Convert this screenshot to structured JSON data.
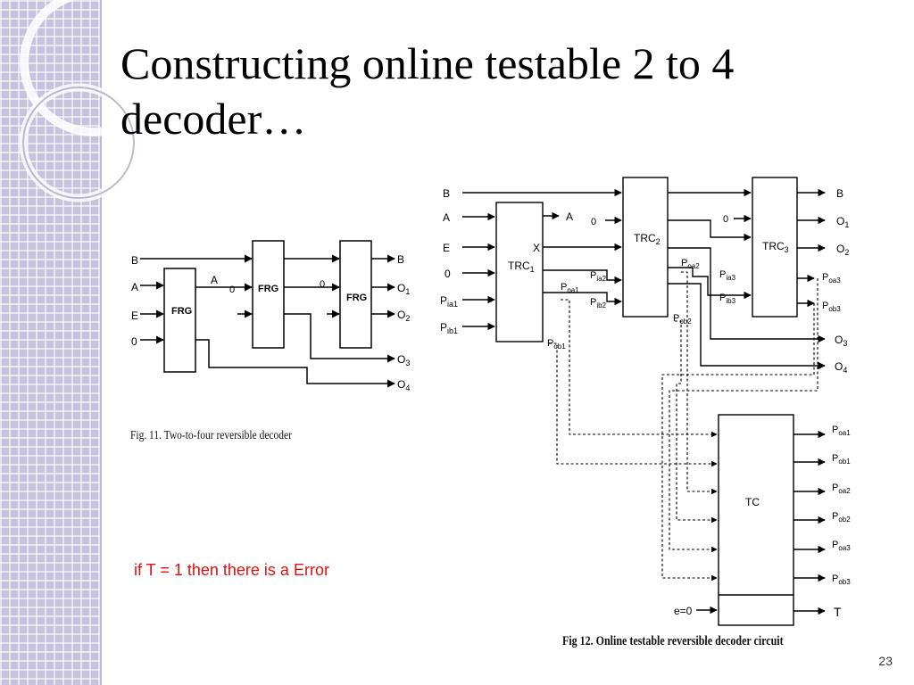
{
  "slide": {
    "title": "Constructing online testable 2 to 4 decoder…",
    "note": "if T = 1 then there is a Error",
    "page_number": "23",
    "note_color": "#e01010"
  },
  "fig11": {
    "caption": "Fig. 11.   Two-to-four reversible decoder",
    "gates": [
      "FRG",
      "FRG",
      "FRG"
    ],
    "inputs": [
      "B",
      "A",
      "E",
      "0"
    ],
    "labels": {
      "a_out": "A",
      "zero_g2": "0",
      "zero_g3": "0"
    },
    "outputs": [
      {
        "m": "B",
        "s": ""
      },
      {
        "m": "O",
        "s": "1"
      },
      {
        "m": "O",
        "s": "2"
      },
      {
        "m": "O",
        "s": "3"
      },
      {
        "m": "O",
        "s": "4"
      }
    ]
  },
  "fig12": {
    "caption": "Fig 12. Online testable reversible decoder circuit",
    "inputs": [
      {
        "m": "B",
        "s": ""
      },
      {
        "m": "A",
        "s": ""
      },
      {
        "m": "E",
        "s": ""
      },
      {
        "m": "0",
        "s": ""
      },
      {
        "m": "P",
        "s": "ia1"
      },
      {
        "m": "P",
        "s": "ib1"
      }
    ],
    "trc1": {
      "m": "TRC",
      "s": "1"
    },
    "trc2": {
      "m": "TRC",
      "s": "2"
    },
    "trc3": {
      "m": "TRC",
      "s": "3"
    },
    "labels": {
      "a_out": "A",
      "x_out": "X",
      "zero_trc2": "0",
      "zero_trc3": "0",
      "pia2": {
        "m": "P",
        "s": "ia2"
      },
      "pib2": {
        "m": "P",
        "s": "ib2"
      },
      "poa1": {
        "m": "P",
        "s": "oa1"
      },
      "pob1": {
        "m": "P",
        "s": "ob1"
      },
      "poa2": {
        "m": "P",
        "s": "oa2"
      },
      "pob2": {
        "m": "P",
        "s": "ob2"
      },
      "pia3": {
        "m": "P",
        "s": "ia3"
      },
      "pib3": {
        "m": "P",
        "s": "ib3"
      }
    },
    "outputs": [
      {
        "m": "B",
        "s": ""
      },
      {
        "m": "O",
        "s": "1"
      },
      {
        "m": "O",
        "s": "2"
      },
      {
        "m": "P",
        "s": "oa3"
      },
      {
        "m": "P",
        "s": "ob3"
      },
      {
        "m": "O",
        "s": "3"
      },
      {
        "m": "O",
        "s": "4"
      }
    ],
    "tc": {
      "label": "TC",
      "outputs": [
        {
          "m": "P",
          "s": "oa1"
        },
        {
          "m": "P",
          "s": "ob1"
        },
        {
          "m": "P",
          "s": "oa2"
        },
        {
          "m": "P",
          "s": "ob2"
        },
        {
          "m": "P",
          "s": "oa3"
        },
        {
          "m": "P",
          "s": "ob3"
        }
      ],
      "e_input": "e=0",
      "t_output": "T"
    }
  }
}
